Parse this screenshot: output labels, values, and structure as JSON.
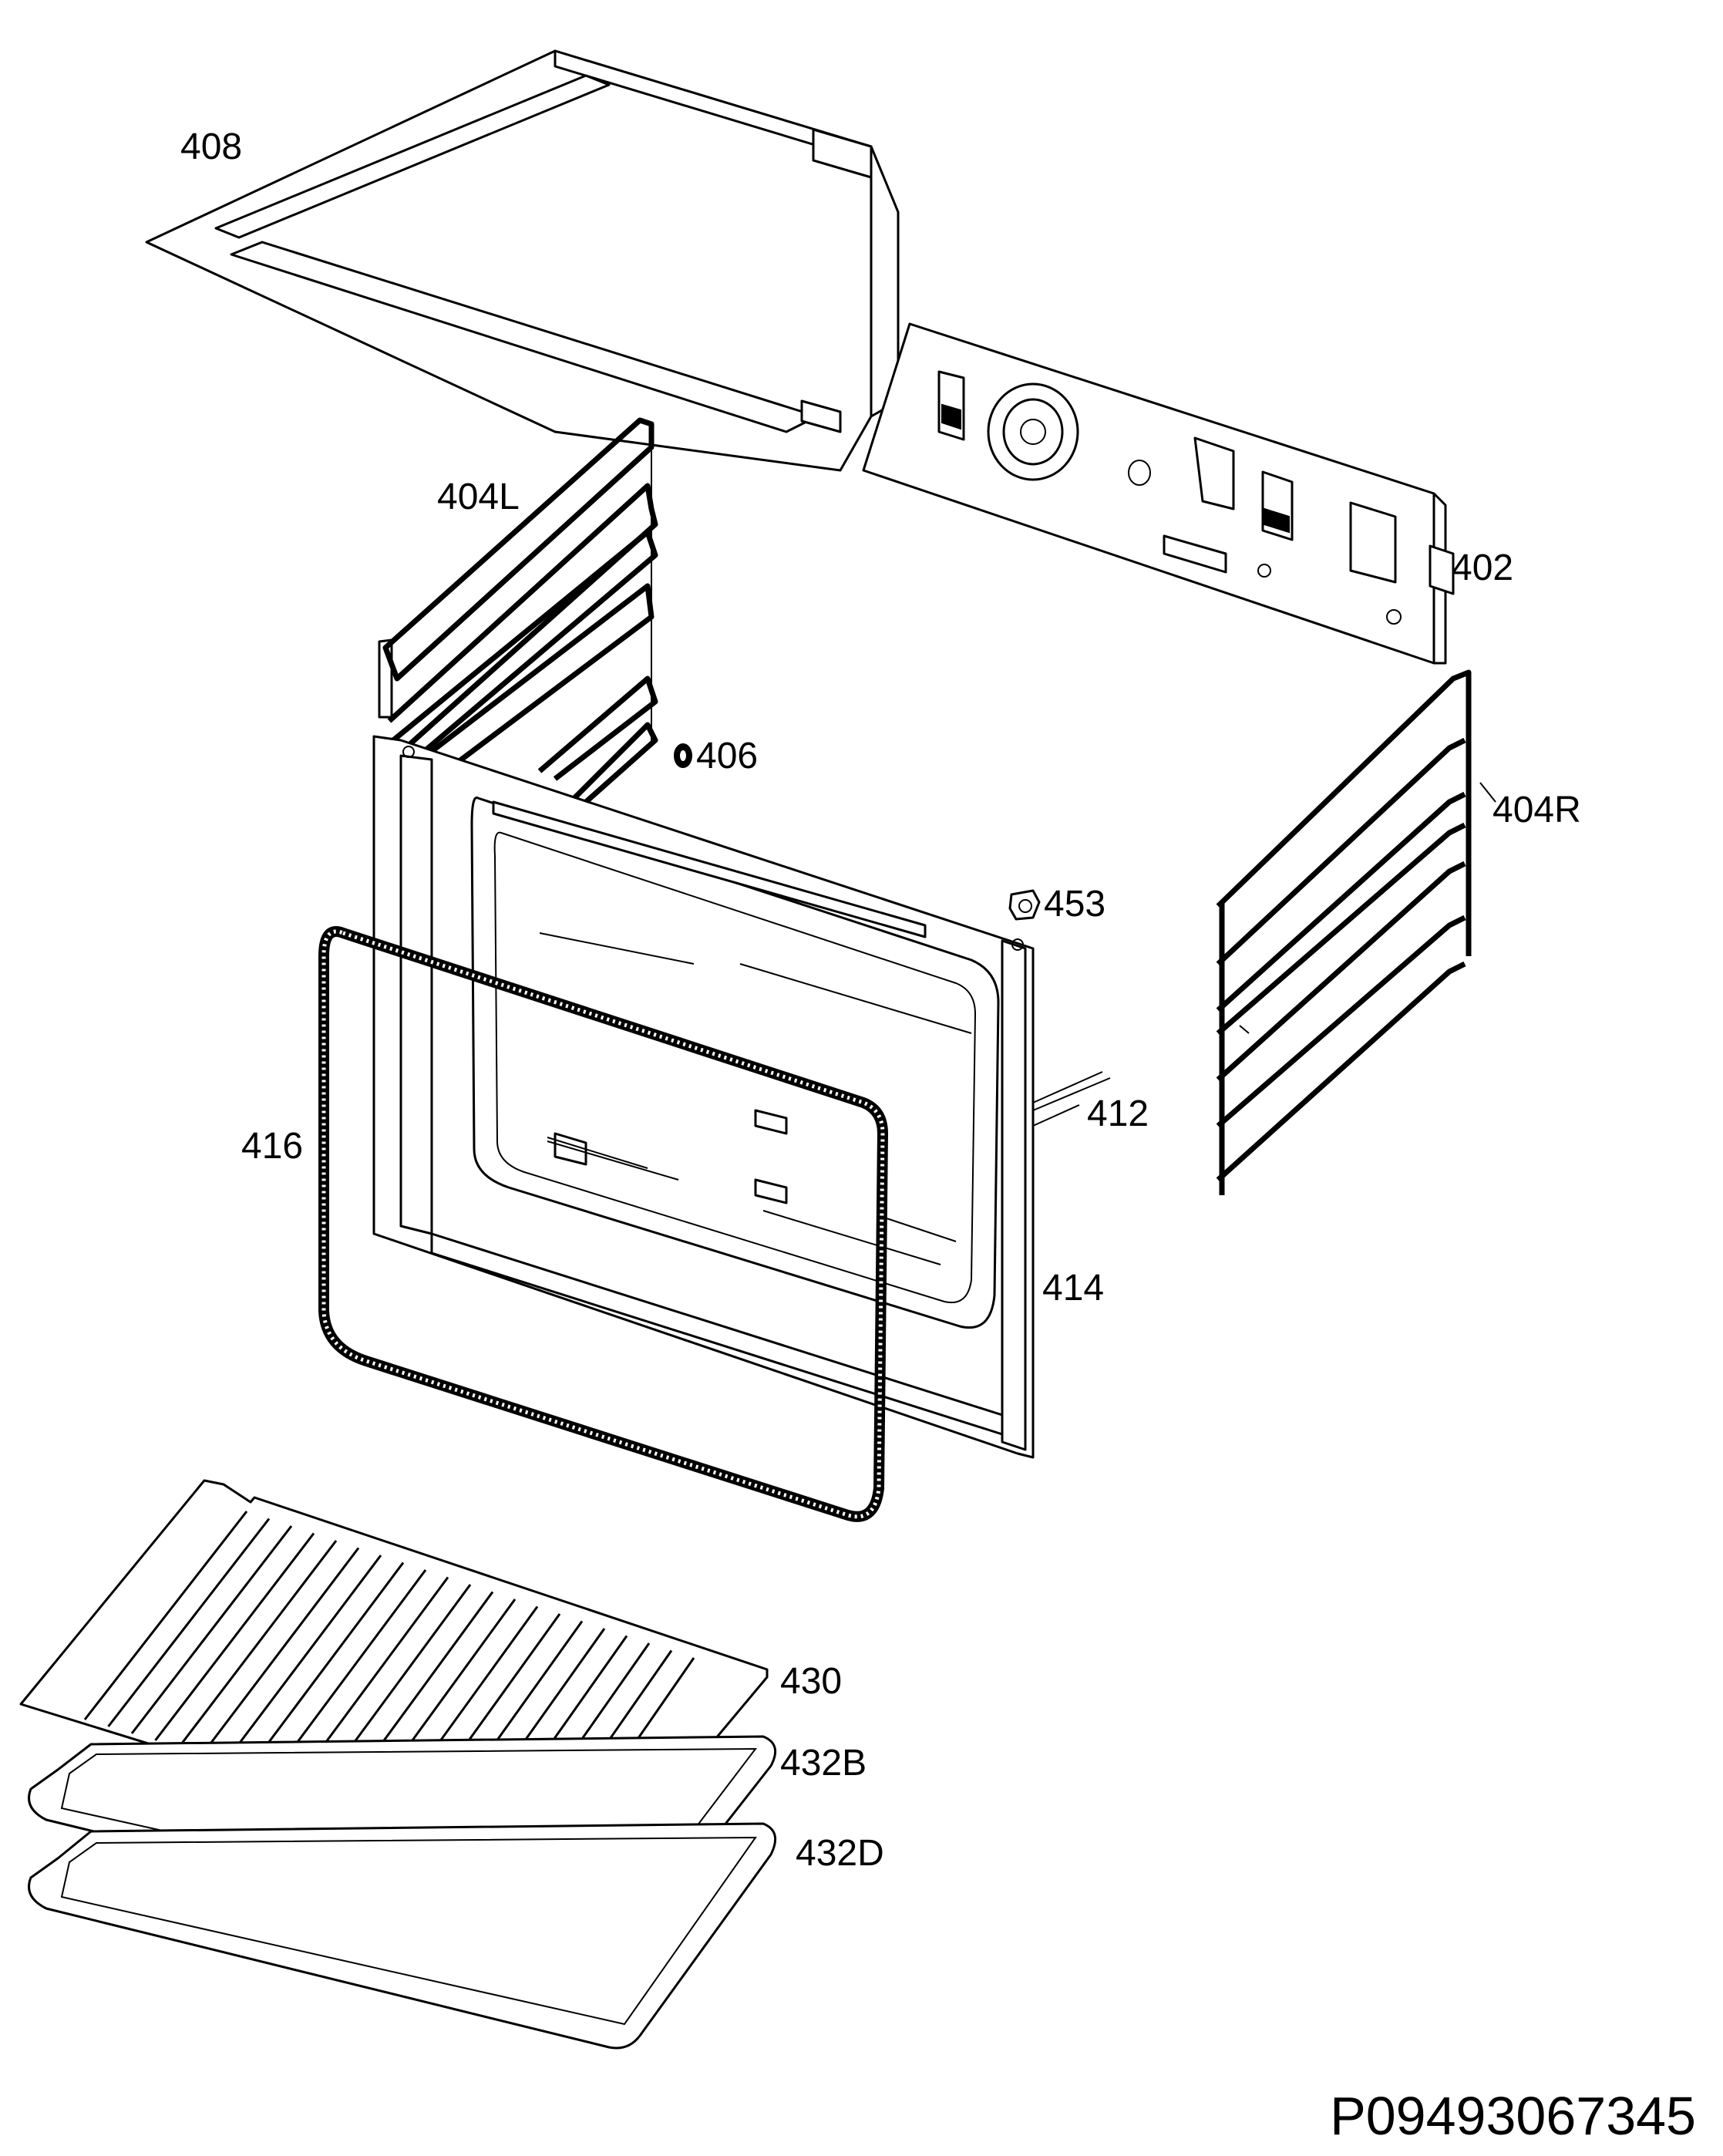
{
  "diagram": {
    "part_labels": {
      "p408": "408",
      "p404L": "404L",
      "p402": "402",
      "p406": "406",
      "p404R": "404R",
      "p453": "453",
      "p412": "412",
      "p416": "416",
      "p414": "414",
      "p430": "430",
      "p432B": "432B",
      "p432D": "432D"
    },
    "document_id": "P09493067345"
  }
}
